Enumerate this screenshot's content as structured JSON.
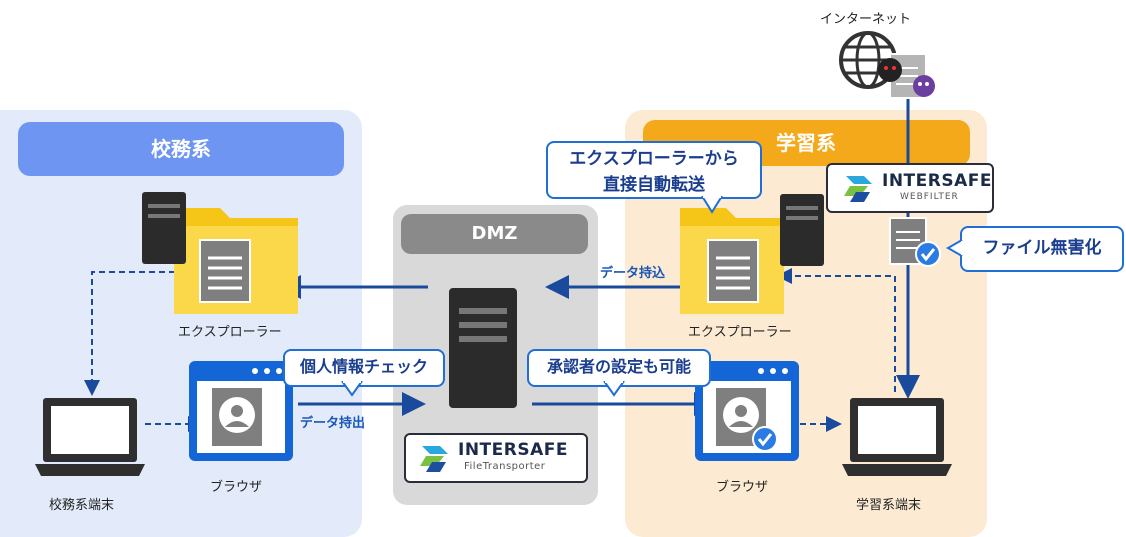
{
  "zones": {
    "school_affairs": "校務系",
    "learning": "学習系",
    "dmz": "DMZ"
  },
  "labels": {
    "internet": "インターネット",
    "explorer_left": "エクスプローラー",
    "explorer_right": "エクスプローラー",
    "terminal_left": "校務系端末",
    "terminal_right": "学習系端末",
    "browser_left": "ブラウザ",
    "browser_right": "ブラウザ",
    "data_bring_in": "データ持込",
    "data_take_out": "データ持出"
  },
  "callouts": {
    "auto_transfer_line1": "エクスプローラーから",
    "auto_transfer_line2": "直接自動転送",
    "file_sanitize": "ファイル無害化",
    "pii_check": "個人情報チェック",
    "approver": "承認者の設定も可能"
  },
  "logos": {
    "webfilter_name": "INTERSAFE",
    "webfilter_product": "WEBFILTER",
    "transporter_name": "INTERSAFE",
    "transporter_product": "FileTransporter"
  },
  "colors": {
    "arrow": "#1a4a9c",
    "callout_border": "#1f6fd6",
    "left_zone": "#e3ebfa",
    "right_zone": "#fcebd2",
    "left_title": "#6f95f2",
    "right_title": "#f3a91a",
    "dmz_zone": "#d9d9d9"
  }
}
